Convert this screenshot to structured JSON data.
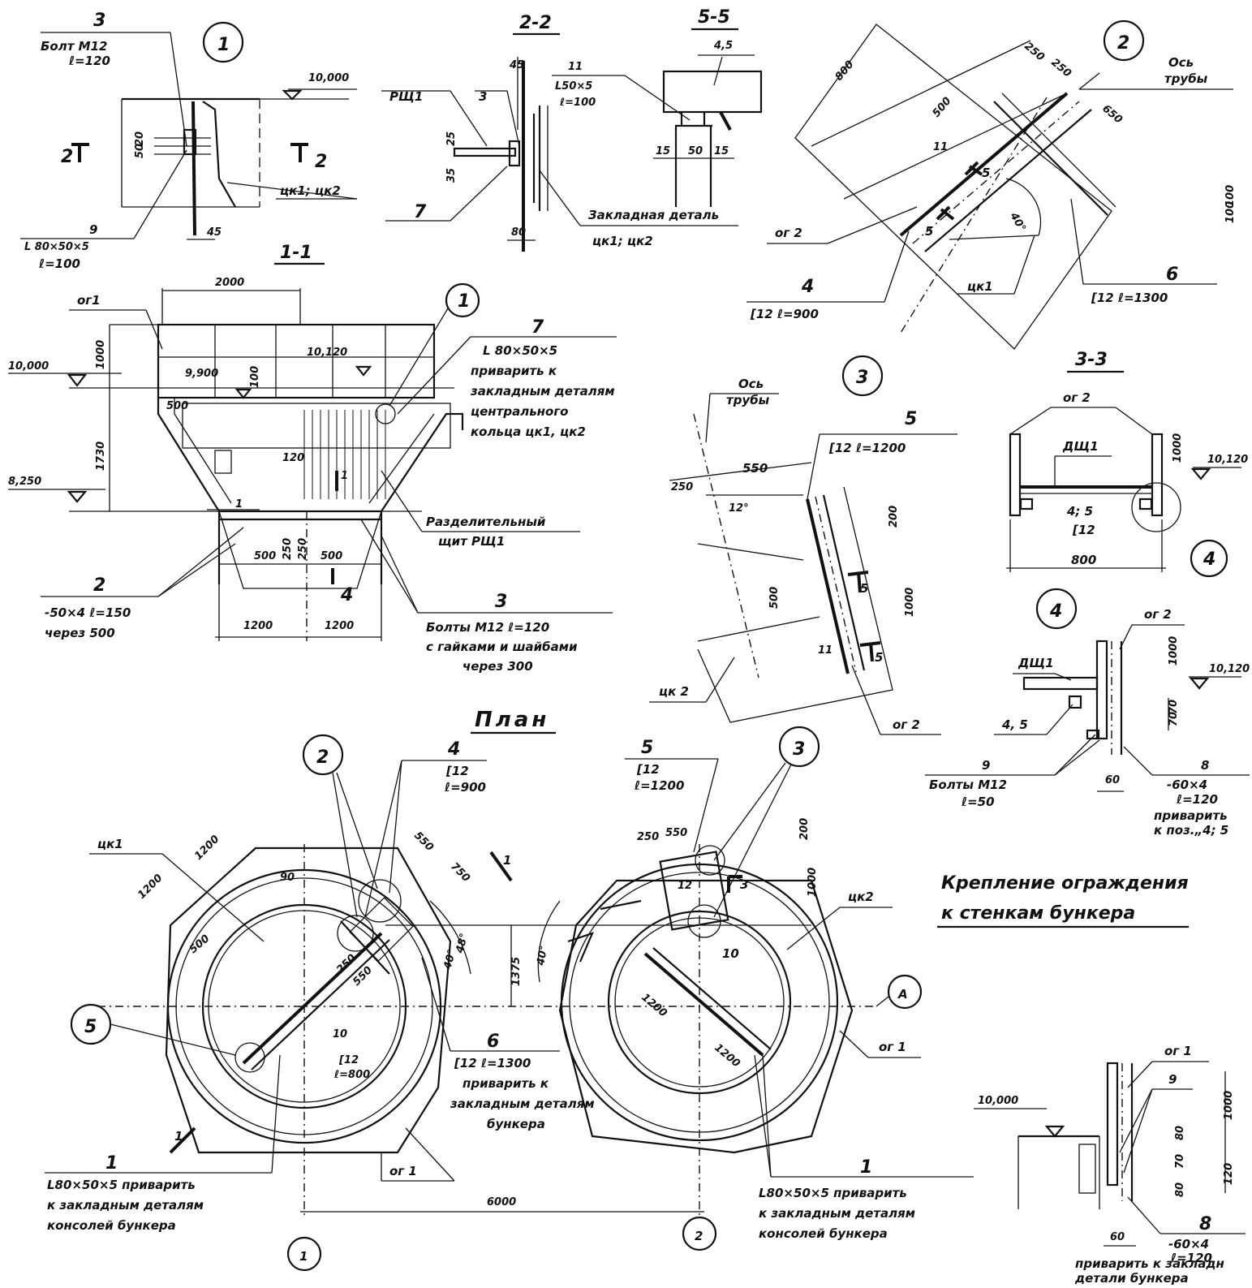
{
  "details": {
    "d1": {
      "bubble": "1",
      "pos": "3",
      "bolt": "Болт M12",
      "len": "ℓ=120",
      "mark": "10,000",
      "left_sec": "2",
      "right_sec": "2",
      "part": "цк1; цк2",
      "angle_pos": "9",
      "angle": "L 80×50×5",
      "angle_len": "ℓ=100",
      "d20a": "20",
      "d20b": "20",
      "d50": "50",
      "d45": "45"
    },
    "s22": {
      "title": "2-2",
      "rsh": "РЩ1",
      "pos3": "3",
      "pos7": "7",
      "d45": "45",
      "d25": "25",
      "d35": "35",
      "d80": "80",
      "embed": "Закладная деталь",
      "embed_part": "цк1; цк2"
    },
    "s55": {
      "title": "5-5",
      "pos": "4,5",
      "pos11": "11",
      "angle": "L50×5",
      "len": "ℓ=100",
      "d15a": "15",
      "d50": "50",
      "d15b": "15"
    },
    "d2": {
      "bubble": "2",
      "axis": "Ось трубы",
      "d800": "800",
      "d500": "500",
      "d250a": "250",
      "d250b": "250",
      "d650": "650",
      "pos11": "11",
      "sec5": "5",
      "sec5b": "5",
      "ang": "40°",
      "og2": "ог 2",
      "ck1": "цк1",
      "pos4": "4",
      "pos4_spec": "[12 ℓ=900",
      "pos6": "6",
      "pos6_spec": "[12 ℓ=1300",
      "d100a": "100",
      "d100b": "100"
    },
    "s11": {
      "title": "1-1",
      "og1": "ог1",
      "d2000": "2000",
      "d1000": "1000",
      "d1730": "1730",
      "mark10": "10,000",
      "mark9": "9,900",
      "mark8": "8,250",
      "mark1012": "10,120",
      "d500": "500",
      "d100": "100",
      "d120": "120",
      "pos1": "1",
      "pos1b": "1",
      "bubble1": "1",
      "pos7": "7",
      "pos7_note": [
        "L 80×50×5",
        "приварить к",
        "закладным деталям",
        "центрального",
        "кольца цк1, цк2"
      ],
      "rsh": [
        "Разделительный",
        "щит РЩ1"
      ],
      "d500a": "500",
      "d250a": "250",
      "d250b": "250",
      "d500b": "500",
      "d1200a": "1200",
      "d1200b": "1200",
      "pos4": "4",
      "pos2": "2",
      "pos2_spec": "-50×4 ℓ=150",
      "pos2_step": "через 500",
      "pos3": "3",
      "pos3_note": [
        "Болты M12 ℓ=120",
        "с гайками и шайбами",
        "через 300"
      ]
    },
    "d3": {
      "bubble": "3",
      "axis": "Ось трубы",
      "pos5": "5",
      "pos5_spec": "[12 ℓ=1200",
      "d550": "550",
      "d250": "250",
      "ang": "12°",
      "d200": "200",
      "d500": "500",
      "d1000": "1000",
      "sec5a": "5",
      "sec5b": "5",
      "pos11": "11",
      "ck2": "цк 2",
      "og2": "ог 2"
    },
    "s33": {
      "title": "3-3",
      "og2": "ог 2",
      "dsh": "ДЩ1",
      "pos": "4; 5",
      "ch": "[12",
      "d800": "800",
      "d1000": "1000",
      "mark": "10,120",
      "bubble4": "4"
    },
    "d4": {
      "bubble": "4",
      "og2": "ог 2",
      "dsh": "ДЩ1",
      "d1000": "1000",
      "mark": "10,120",
      "d70a": "70",
      "d70b": "70",
      "pos45": "4, 5",
      "pos9": "9",
      "bolt": "Болты M12",
      "len": "ℓ=50",
      "d60": "60",
      "pos8": "8",
      "pos8_spec": [
        "-60×4",
        "ℓ=120",
        "приварить",
        "к поз.„4; 5"
      ]
    },
    "plan": {
      "title": "План",
      "ck1": "цк1",
      "ck2": "цк2",
      "bubble2": "2",
      "bubble3": "3",
      "bubble5": "5",
      "axisA": "А",
      "axis1": "1",
      "axis2": "2",
      "pos4": "4",
      "pos4_spec": [
        "[12",
        "ℓ=900"
      ],
      "pos5": "5",
      "pos5_spec": [
        "[12",
        "ℓ=1200"
      ],
      "d1200a": "1200",
      "d1200b": "1200",
      "d500": "500",
      "d90": "90",
      "d550": "550",
      "d750": "750",
      "ang40a": "40°",
      "ang48": "48°",
      "d1375": "1375",
      "ang40b": "40°",
      "d250a": "250",
      "d250b": "250",
      "d550b": "550",
      "d200": "200",
      "d1000": "1000",
      "sec3": "3",
      "sec1": "1",
      "sec1b": "1",
      "pos10a": "10",
      "pos10b": "10",
      "ch_note": [
        "[12",
        "ℓ=800"
      ],
      "d1200c": "1200",
      "d1200d": "1200",
      "og1a": "ог 1",
      "og1b": "ог 1",
      "pos6": "6",
      "pos6_spec": [
        "[12 ℓ=1300",
        "приварить к",
        "закладным деталям",
        "бункера"
      ],
      "pos1a": "1",
      "pos1a_note": [
        "L80×50×5 приварить",
        "к закладным деталям",
        "консолей бункера"
      ],
      "pos1b": "1",
      "pos1b_note": [
        "L80×50×5 приварить",
        "к закладным деталям",
        "консолей бункера"
      ],
      "d6000": "6000",
      "sec12": "12"
    },
    "fix": {
      "title": [
        "Крепление ограждения",
        "к стенкам бункера"
      ],
      "og1": "ог 1",
      "mark": "10,000",
      "pos9": "9",
      "d80a": "80",
      "d70": "70",
      "d80b": "80",
      "d1000": "1000",
      "d120": "120",
      "d60": "60",
      "pos8": "8",
      "pos8_spec": [
        "-60×4",
        "ℓ=120"
      ],
      "note": [
        "приварить к закладн",
        "детали бункера"
      ]
    }
  }
}
